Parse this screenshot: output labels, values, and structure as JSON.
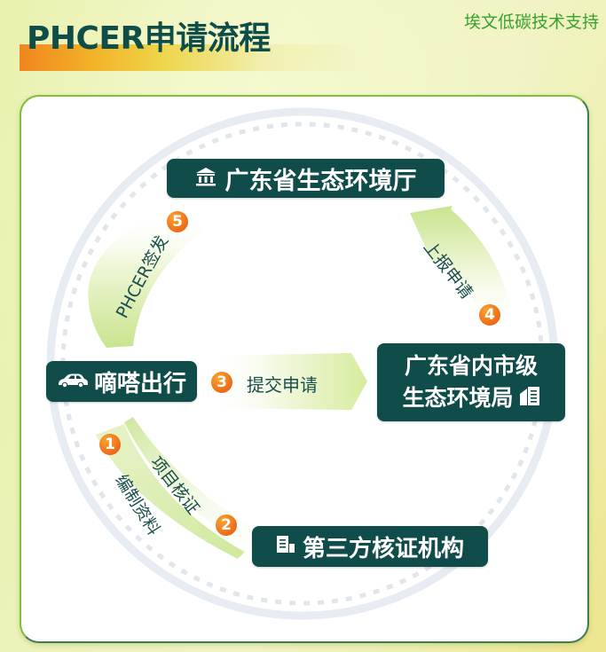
{
  "header": {
    "title": "PHCER申请流程",
    "support_text": "埃文低碳技术支持"
  },
  "nodes": {
    "province": {
      "label": "广东省生态环境厅",
      "icon": "government-building-icon"
    },
    "didi": {
      "label": "嘀嗒出行",
      "icon": "car-icon"
    },
    "city": {
      "line1": "广东省内市级",
      "line2": "生态环境局",
      "icon": "office-building-icon"
    },
    "third_party": {
      "label": "第三方核证机构",
      "icon": "document-building-icon"
    }
  },
  "steps": [
    {
      "num": "1",
      "label": "编制资料"
    },
    {
      "num": "2",
      "label": "项目核证"
    },
    {
      "num": "3",
      "label": "提交申请"
    },
    {
      "num": "4",
      "label": "上报申请"
    },
    {
      "num": "5",
      "label": "PHCER签发"
    }
  ],
  "colors": {
    "node_bg": "#0f4c4a",
    "title_text": "#0e4d48",
    "support_text": "#37a12f",
    "badge_orange": "#ee6a17",
    "arrow_green": "#cfe89a",
    "ring": "#e4eaf0"
  }
}
